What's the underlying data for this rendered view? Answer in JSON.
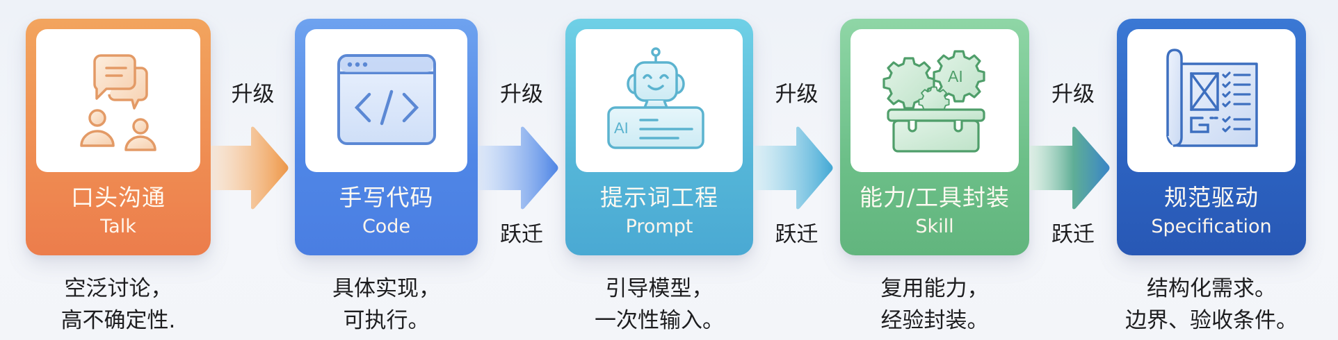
{
  "stages": [
    {
      "id": "talk",
      "title": "口头沟通",
      "subtitle": "Talk",
      "icon": "conversation-people-icon",
      "color": "#ef8c52",
      "description": [
        "空泛讨论，",
        "高不确定性."
      ]
    },
    {
      "id": "code",
      "title": "手写代码",
      "subtitle": "Code",
      "icon": "code-window-icon",
      "color": "#4f86e6",
      "description": [
        "具体实现，",
        "可执行。"
      ]
    },
    {
      "id": "prompt",
      "title": "提示词工程",
      "subtitle": "Prompt",
      "icon": "ai-robot-icon",
      "color": "#55b6d8",
      "description": [
        "引导模型，",
        "一次性输入。"
      ]
    },
    {
      "id": "skill",
      "title": "能力/工具封装",
      "subtitle": "Skill",
      "icon": "gear-toolbox-icon",
      "color": "#6cbf88",
      "description": [
        "复用能力，",
        "经验封装。"
      ]
    },
    {
      "id": "spec",
      "title": "规范驱动",
      "subtitle": "Specification",
      "icon": "blueprint-checklist-icon",
      "color": "#2c62c0",
      "description": [
        "结构化需求。",
        "边界、验收条件。"
      ]
    }
  ],
  "connectors": [
    {
      "upper": "升级",
      "lower": "",
      "from_color": "#fbe3cc",
      "to_color": "#ef9848"
    },
    {
      "upper": "升级",
      "lower": "跃迁",
      "from_color": "#d6e5fa",
      "to_color": "#4f86e6"
    },
    {
      "upper": "升级",
      "lower": "跃迁",
      "from_color": "#d5eff6",
      "to_color": "#43aad6"
    },
    {
      "upper": "升级",
      "lower": "跃迁",
      "from_color": "#d8f0df",
      "to_color": "#3a86c8"
    }
  ]
}
